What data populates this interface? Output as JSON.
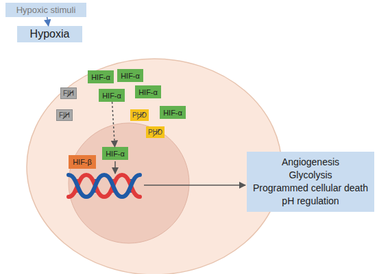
{
  "diagram": {
    "nodes": [
      {
        "text": [
          "Hypoxic stimuli"
        ]
      },
      {
        "text": [
          "Hypoxia"
        ]
      },
      {
        "text": [
          "HIF-α"
        ]
      },
      {
        "text": [
          "HIF-α"
        ]
      },
      {
        "text": [
          "FIH"
        ]
      },
      {
        "text": [
          "HIF-α"
        ]
      },
      {
        "text": [
          "HIF-α"
        ]
      },
      {
        "text": [
          "FIH"
        ]
      },
      {
        "text": [
          "PHD"
        ]
      },
      {
        "text": [
          "HIF-α"
        ]
      },
      {
        "text": [
          "PHD"
        ]
      },
      {
        "text": [
          "HIF-β"
        ]
      },
      {
        "text": [
          "HIF-α"
        ]
      },
      {
        "text": [
          "Angiogenesis",
          "Glycolysis",
          "Programmed cellular death",
          "pH regulation"
        ]
      }
    ],
    "edges": [
      {
        "from": 0,
        "to": 1,
        "arrow": "to"
      },
      {
        "from": 5,
        "to": 12,
        "arrow": "to"
      }
    ]
  }
}
